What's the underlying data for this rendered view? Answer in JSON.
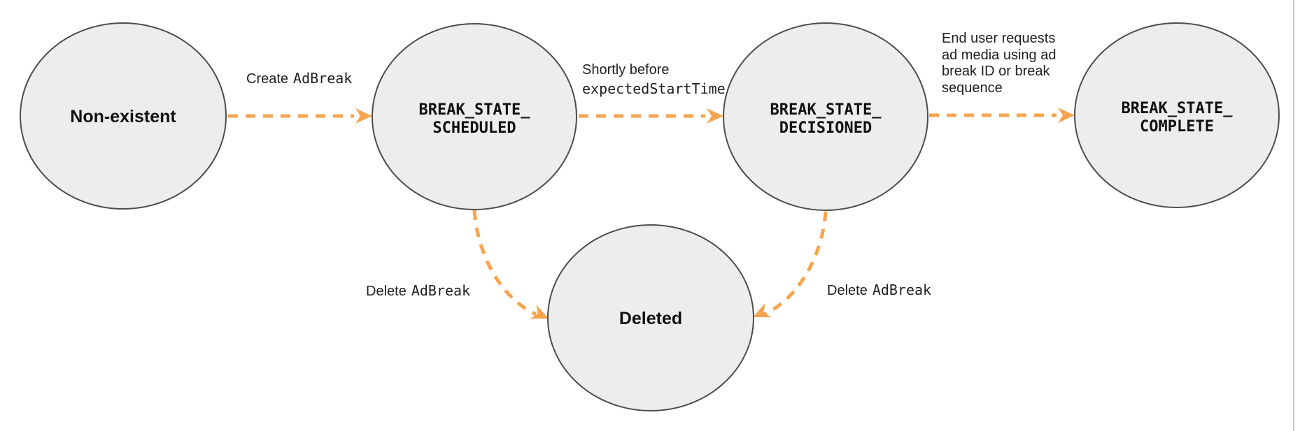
{
  "colors": {
    "node_fill": "#ededed",
    "node_stroke": "#4d4d4d",
    "arrow": "#f7a44f",
    "text": "#202124",
    "page_border": "#c8cacc"
  },
  "nodes": {
    "non_existent": {
      "label": "Non-existent"
    },
    "scheduled": {
      "line1": "BREAK_STATE_",
      "line2": "SCHEDULED"
    },
    "decisioned": {
      "line1": "BREAK_STATE_",
      "line2": "DECISIONED"
    },
    "complete": {
      "line1": "BREAK_STATE_",
      "line2": "COMPLETE"
    },
    "deleted": {
      "label": "Deleted"
    }
  },
  "edges": {
    "create_adbreak": {
      "plain": "Create",
      "code": "AdBreak"
    },
    "shortly_before": {
      "plain": "Shortly before",
      "code": "expectedStartTime"
    },
    "end_user_request": {
      "lines": [
        "End user requests",
        "ad media using ad",
        "break ID or break",
        "sequence"
      ]
    },
    "delete_adbreak_left": {
      "plain": "Delete",
      "code": "AdBreak"
    },
    "delete_adbreak_right": {
      "plain": "Delete",
      "code": "AdBreak"
    }
  }
}
